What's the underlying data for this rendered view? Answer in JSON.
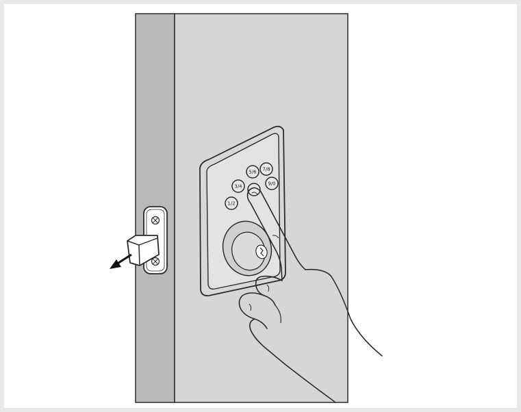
{
  "illustration": {
    "subject": "keypad deadbolt installation step",
    "icons": [
      "door-frame",
      "strike-plate",
      "deadbolt-latch",
      "arrow-icon",
      "keypad-lock",
      "hand-pressing-button"
    ]
  },
  "keypad": {
    "buttons": [
      {
        "label": "5/6"
      },
      {
        "label": "7/8"
      },
      {
        "label": "3/4"
      },
      {
        "label": "9/0"
      },
      {
        "label": "1/2"
      },
      {
        "label": ""
      }
    ]
  },
  "colors": {
    "page_background": "#e8e8e8",
    "panel_background": "#ffffff",
    "door_face": "#d5d6d7",
    "door_edge": "#b8b9ba",
    "line": "#2a2a2a"
  }
}
